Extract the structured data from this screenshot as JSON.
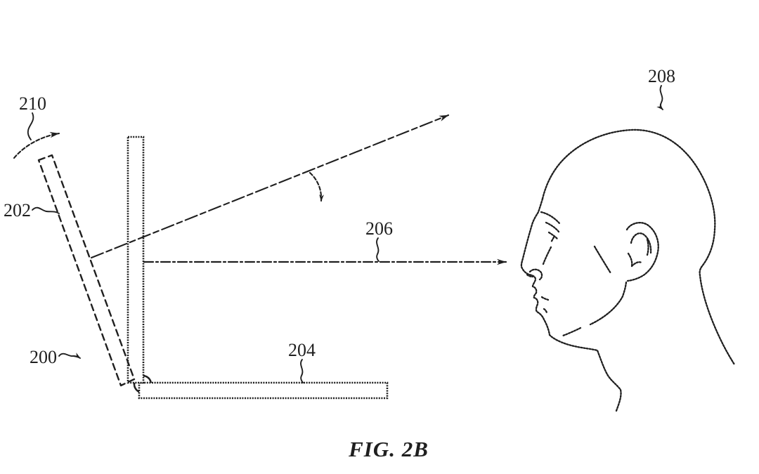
{
  "figure": {
    "caption": "FIG. 2B",
    "labels": {
      "device": "200",
      "display_open": "202",
      "base": "204",
      "gaze_line": "206",
      "head": "208",
      "rotation": "210"
    },
    "colors": {
      "ink": "#1f1f1f",
      "background": "#ffffff"
    }
  }
}
